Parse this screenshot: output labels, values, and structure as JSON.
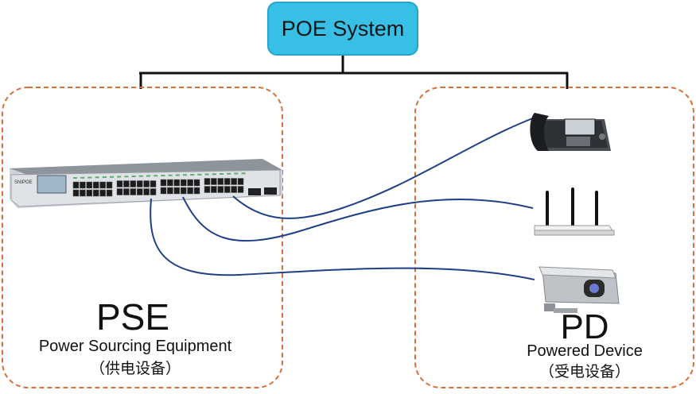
{
  "diagram": {
    "title": "POE System",
    "pse": {
      "abbr": "PSE",
      "name": "Power Sourcing Equipment",
      "name_cn": "（供电设备）",
      "device_brand": "SNIPOE"
    },
    "pd": {
      "abbr": "PD",
      "name": "Powered Device",
      "name_cn": "（受电设备）",
      "devices": [
        "ip-phone",
        "wireless-router",
        "ip-camera"
      ]
    },
    "colors": {
      "title_fill": "#37bfe6",
      "group_border": "#d9703a",
      "cable": "#1f3f86",
      "tree_line": "#111111"
    }
  }
}
